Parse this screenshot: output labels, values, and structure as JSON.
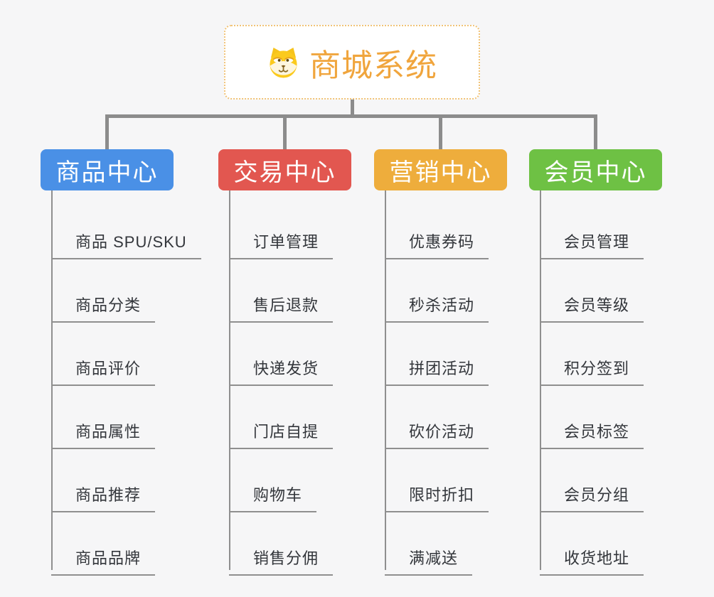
{
  "root": {
    "title": "商城系统",
    "icon": "dog-face-icon",
    "title_color": "#f0a53d",
    "border_color": "#f1c377"
  },
  "branches": [
    {
      "label": "商品中心",
      "color": "#4a90e6",
      "children": [
        "商品 SPU/SKU",
        "商品分类",
        "商品评价",
        "商品属性",
        "商品推荐",
        "商品品牌"
      ]
    },
    {
      "label": "交易中心",
      "color": "#e25750",
      "children": [
        "订单管理",
        "售后退款",
        "快递发货",
        "门店自提",
        "购物车",
        "销售分佣"
      ]
    },
    {
      "label": "营销中心",
      "color": "#eead3c",
      "children": [
        "优惠券码",
        "秒杀活动",
        "拼团活动",
        "砍价活动",
        "限时折扣",
        "满减送"
      ]
    },
    {
      "label": "会员中心",
      "color": "#6ec144",
      "children": [
        "会员管理",
        "会员等级",
        "积分签到",
        "会员标签",
        "会员分组",
        "收货地址"
      ]
    }
  ],
  "colors": {
    "background": "#f6f6f7",
    "connector_line": "#8c8c8c",
    "child_line": "#8f8f8f",
    "child_text": "#33363b"
  }
}
